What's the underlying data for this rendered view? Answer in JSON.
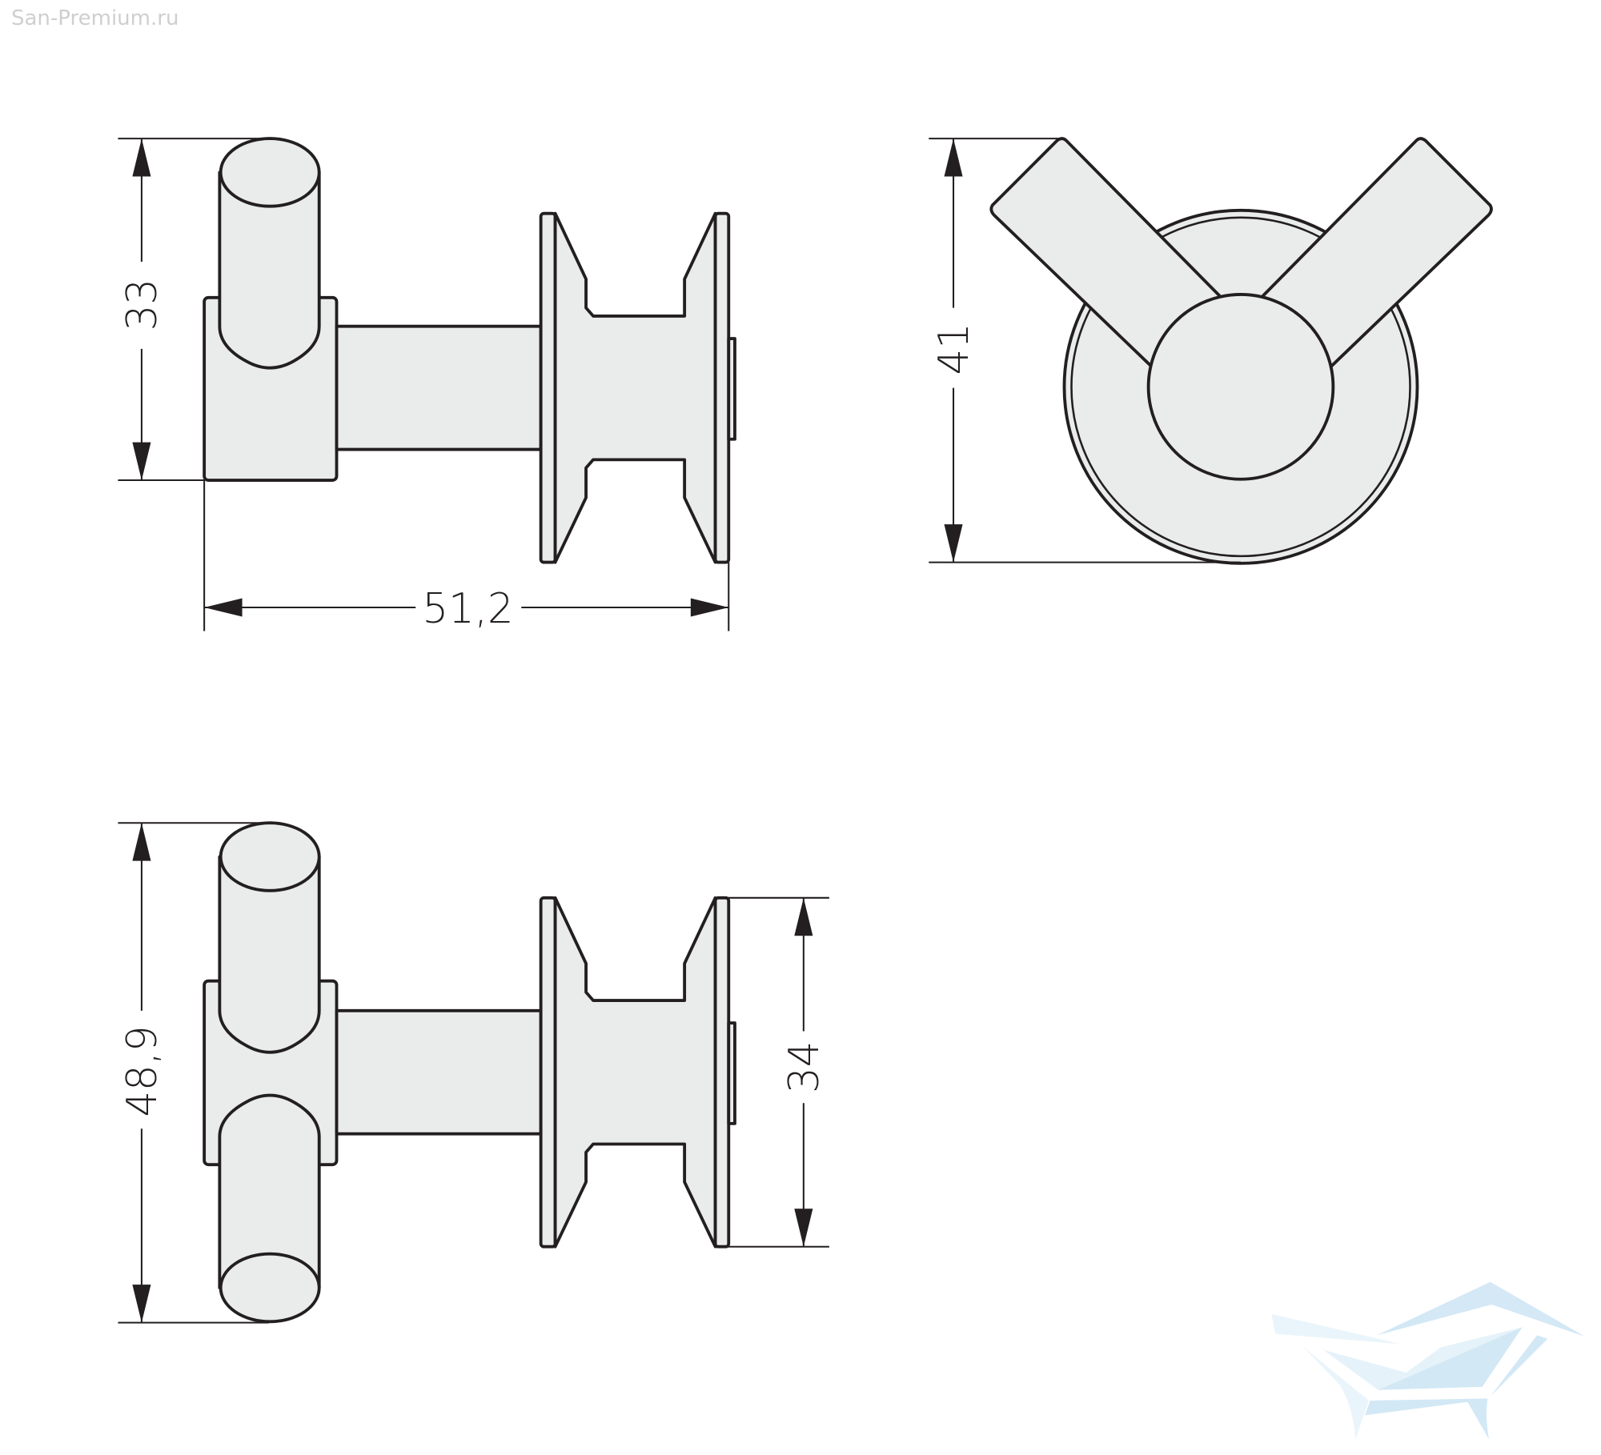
{
  "watermark": "San-Premium.ru",
  "logo": {
    "name": "San-Premium bird logo",
    "color": "#cfe6f5"
  },
  "dimensions": {
    "side_height": "33",
    "side_width": "51,2",
    "front_height": "41",
    "double_height": "48,9",
    "flange_height": "34"
  },
  "colors": {
    "line": "#231f20",
    "fill": "#eaebeb"
  }
}
